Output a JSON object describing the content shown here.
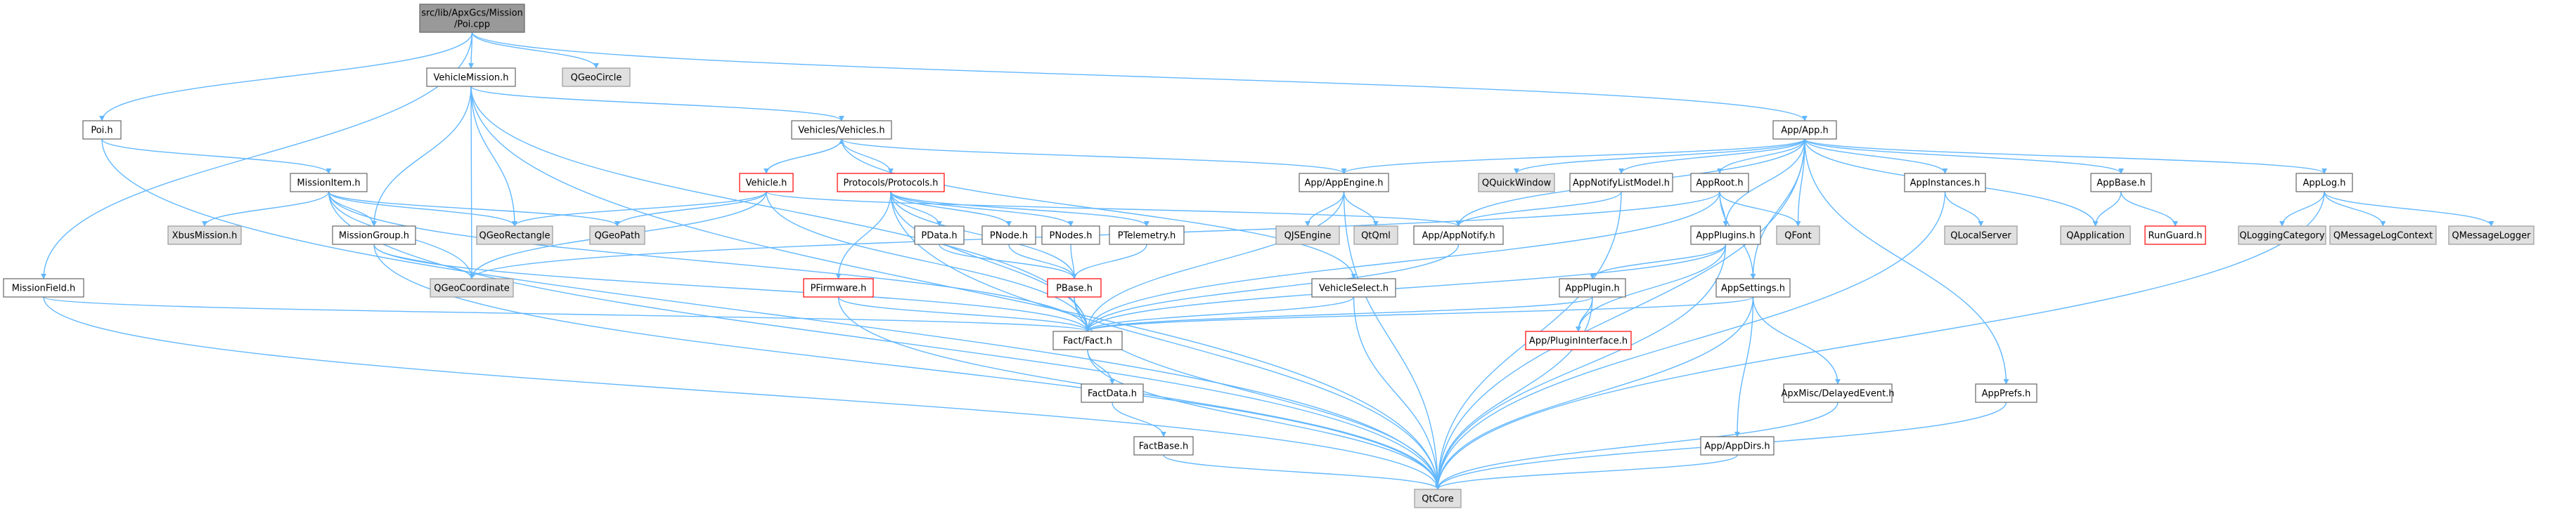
{
  "graph": {
    "colors": {
      "edge": "#63b8ff",
      "root_fill": "#999999",
      "external_fill": "#e0e0e0",
      "external_border": "#999999",
      "node_fill": "#ffffff",
      "node_border": "#666666",
      "missing_border": "#ff0000"
    },
    "nodes": [
      {
        "id": "root",
        "lines": [
          "src/lib/ApxGcs/Mission",
          "/Poi.cpp"
        ],
        "style": "root"
      },
      {
        "id": "vehiclemission",
        "lines": [
          "VehicleMission.h"
        ],
        "style": "normal"
      },
      {
        "id": "qgeocircle",
        "lines": [
          "QGeoCircle"
        ],
        "style": "external"
      },
      {
        "id": "poi",
        "lines": [
          "Poi.h"
        ],
        "style": "normal"
      },
      {
        "id": "vehicles",
        "lines": [
          "Vehicles/Vehicles.h"
        ],
        "style": "normal"
      },
      {
        "id": "appapp",
        "lines": [
          "App/App.h"
        ],
        "style": "normal"
      },
      {
        "id": "missionitem",
        "lines": [
          "MissionItem.h"
        ],
        "style": "normal"
      },
      {
        "id": "vehicle",
        "lines": [
          "Vehicle.h"
        ],
        "style": "missing"
      },
      {
        "id": "protocols",
        "lines": [
          "Protocols/Protocols.h"
        ],
        "style": "missing"
      },
      {
        "id": "appengine",
        "lines": [
          "App/AppEngine.h"
        ],
        "style": "normal"
      },
      {
        "id": "qquickwindow",
        "lines": [
          "QQuickWindow"
        ],
        "style": "external"
      },
      {
        "id": "appnotifylistmodel",
        "lines": [
          "AppNotifyListModel.h"
        ],
        "style": "normal"
      },
      {
        "id": "approot",
        "lines": [
          "AppRoot.h"
        ],
        "style": "normal"
      },
      {
        "id": "appinstances",
        "lines": [
          "AppInstances.h"
        ],
        "style": "normal"
      },
      {
        "id": "appbase",
        "lines": [
          "AppBase.h"
        ],
        "style": "normal"
      },
      {
        "id": "applog",
        "lines": [
          "AppLog.h"
        ],
        "style": "normal"
      },
      {
        "id": "xbusmission",
        "lines": [
          "XbusMission.h"
        ],
        "style": "external"
      },
      {
        "id": "missiongroup",
        "lines": [
          "MissionGroup.h"
        ],
        "style": "normal"
      },
      {
        "id": "qgeorectangle",
        "lines": [
          "QGeoRectangle"
        ],
        "style": "external"
      },
      {
        "id": "qgeopath",
        "lines": [
          "QGeoPath"
        ],
        "style": "external"
      },
      {
        "id": "pdata",
        "lines": [
          "PData.h"
        ],
        "style": "normal"
      },
      {
        "id": "pnode",
        "lines": [
          "PNode.h"
        ],
        "style": "normal"
      },
      {
        "id": "pnodes",
        "lines": [
          "PNodes.h"
        ],
        "style": "normal"
      },
      {
        "id": "ptelemetry",
        "lines": [
          "PTelemetry.h"
        ],
        "style": "normal"
      },
      {
        "id": "qjsengine",
        "lines": [
          "QJSEngine"
        ],
        "style": "external"
      },
      {
        "id": "qtqml",
        "lines": [
          "QtQml"
        ],
        "style": "external"
      },
      {
        "id": "appnotify",
        "lines": [
          "App/AppNotify.h"
        ],
        "style": "normal"
      },
      {
        "id": "appplugins",
        "lines": [
          "AppPlugins.h"
        ],
        "style": "normal"
      },
      {
        "id": "qfont",
        "lines": [
          "QFont"
        ],
        "style": "external"
      },
      {
        "id": "qlocalserver",
        "lines": [
          "QLocalServer"
        ],
        "style": "external"
      },
      {
        "id": "qapplication",
        "lines": [
          "QApplication"
        ],
        "style": "external"
      },
      {
        "id": "runguard",
        "lines": [
          "RunGuard.h"
        ],
        "style": "missing"
      },
      {
        "id": "qloggingcategory",
        "lines": [
          "QLoggingCategory"
        ],
        "style": "external"
      },
      {
        "id": "qmessagelogcontext",
        "lines": [
          "QMessageLogContext"
        ],
        "style": "external"
      },
      {
        "id": "qmessagelogger",
        "lines": [
          "QMessageLogger"
        ],
        "style": "external"
      },
      {
        "id": "missionfield",
        "lines": [
          "MissionField.h"
        ],
        "style": "normal"
      },
      {
        "id": "qgeocoordinate",
        "lines": [
          "QGeoCoordinate"
        ],
        "style": "external"
      },
      {
        "id": "pfirmware",
        "lines": [
          "PFirmware.h"
        ],
        "style": "missing"
      },
      {
        "id": "pbase",
        "lines": [
          "PBase.h"
        ],
        "style": "missing"
      },
      {
        "id": "vehicleselect",
        "lines": [
          "VehicleSelect.h"
        ],
        "style": "normal"
      },
      {
        "id": "appplugin",
        "lines": [
          "AppPlugin.h"
        ],
        "style": "normal"
      },
      {
        "id": "appsettings",
        "lines": [
          "AppSettings.h"
        ],
        "style": "normal"
      },
      {
        "id": "apppluginiface",
        "lines": [
          "App/PluginInterface.h"
        ],
        "style": "missing"
      },
      {
        "id": "factfact",
        "lines": [
          "Fact/Fact.h"
        ],
        "style": "normal"
      },
      {
        "id": "factdata",
        "lines": [
          "FactData.h"
        ],
        "style": "normal"
      },
      {
        "id": "delayedevent",
        "lines": [
          "ApxMisc/DelayedEvent.h"
        ],
        "style": "normal"
      },
      {
        "id": "appprefs",
        "lines": [
          "AppPrefs.h"
        ],
        "style": "normal"
      },
      {
        "id": "factbase",
        "lines": [
          "FactBase.h"
        ],
        "style": "normal"
      },
      {
        "id": "appdirs",
        "lines": [
          "App/AppDirs.h"
        ],
        "style": "normal"
      },
      {
        "id": "qtcore",
        "lines": [
          "QtCore"
        ],
        "style": "external"
      }
    ]
  }
}
